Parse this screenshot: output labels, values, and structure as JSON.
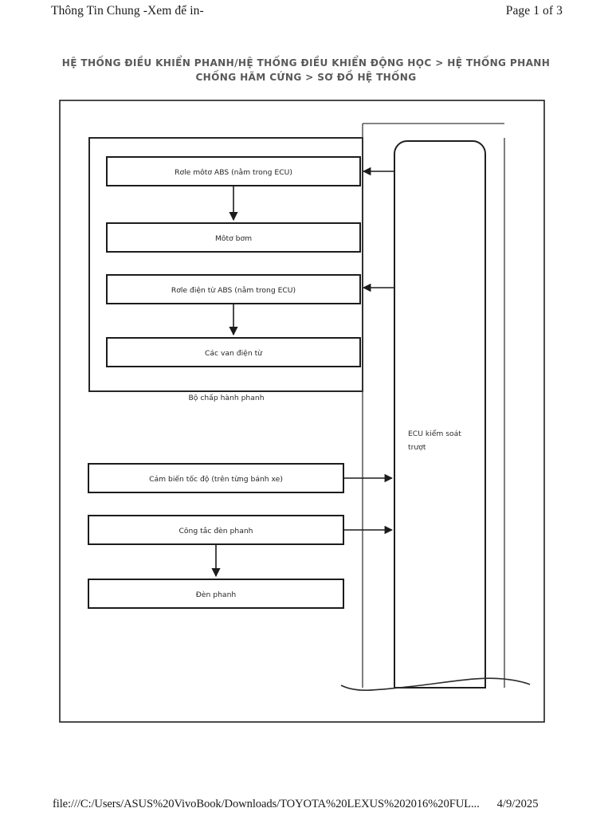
{
  "print_header": {
    "left": "Thông Tin Chung -Xem để in-",
    "right": "Page 1 of 3"
  },
  "document": {
    "title_line1": "HỆ THỐNG ĐIỀU KHIỂN PHANH/HỆ THỐNG ĐIỀU KHIỂN ĐỘNG HỌC > HỆ THỐNG PHANH",
    "title_line2": "CHỐNG HÃM CỨNG > SƠ ĐỒ HỆ THỐNG"
  },
  "diagram": {
    "actuator_group_label": "Bộ chấp hành phanh",
    "ecu_label_line1": "ECU kiểm soát",
    "ecu_label_line2": "trượt",
    "boxes": [
      {
        "id": "abs-motor-relay",
        "label": "Rơle môtơ ABS (nằm trong ECU)"
      },
      {
        "id": "pump-motor",
        "label": "Môtơ bơm"
      },
      {
        "id": "abs-solenoid-relay",
        "label": "Rơle điện từ ABS (nằm trong ECU)"
      },
      {
        "id": "solenoid-valves",
        "label": "Các van điện từ"
      },
      {
        "id": "speed-sensor",
        "label": "Cảm biến tốc độ (trên từng bánh xe)"
      },
      {
        "id": "brake-light-switch",
        "label": "Công tắc đèn phanh"
      },
      {
        "id": "brake-light",
        "label": "Đèn phanh"
      }
    ]
  },
  "print_footer": {
    "url": "file:///C:/Users/ASUS%20VivoBook/Downloads/TOYOTA%20LEXUS%202016%20FUL...",
    "date": "4/9/2025"
  },
  "colors": {
    "page_background": "#ffffff",
    "text": "#1a1a1a",
    "title_text": "#595959",
    "diagram_line": "#1c1c1c"
  }
}
